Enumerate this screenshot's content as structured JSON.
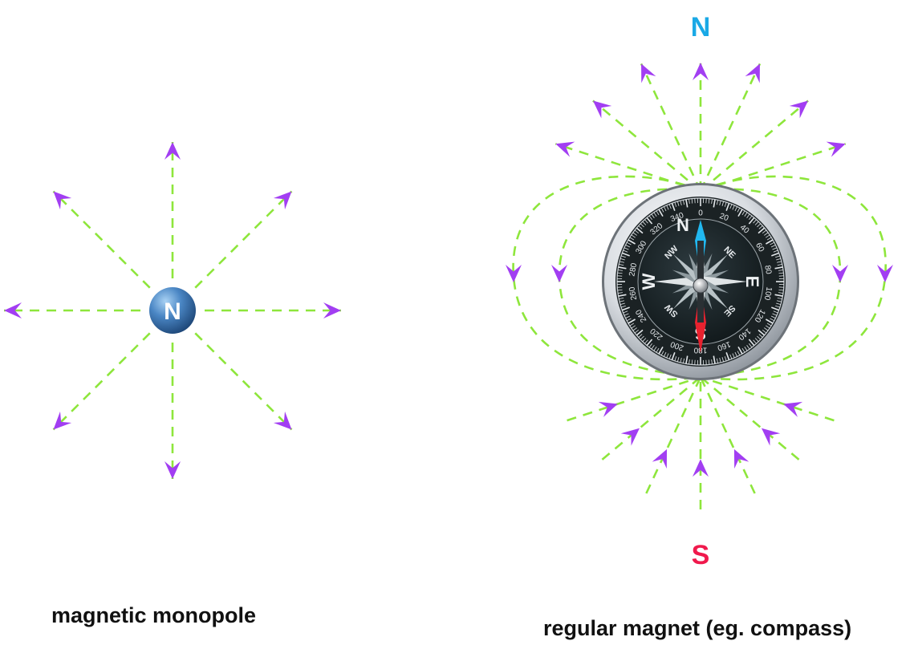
{
  "monopole": {
    "pole_label": "N",
    "caption": "magnetic monopole"
  },
  "compass_magnet": {
    "north_label": "N",
    "south_label": "S",
    "caption": "regular magnet (eg. compass)",
    "dial": {
      "cardinals": [
        "N",
        "E",
        "S",
        "W"
      ],
      "intercardinals": [
        "NE",
        "SE",
        "SW",
        "NW"
      ],
      "degree_labels": [
        "0",
        "20",
        "40",
        "60",
        "80",
        "100",
        "120",
        "140",
        "160",
        "180",
        "200",
        "220",
        "240",
        "260",
        "280",
        "300",
        "320",
        "340"
      ]
    }
  },
  "colors": {
    "field_line": "#8ee63c",
    "arrow": "#a23ef2",
    "north": "#1aa9e6",
    "south": "#f0194c",
    "ball": "#3a6fa8",
    "caption": "#111111"
  },
  "icons": {
    "monopole": "sphere-icon",
    "magnet": "compass-icon"
  }
}
